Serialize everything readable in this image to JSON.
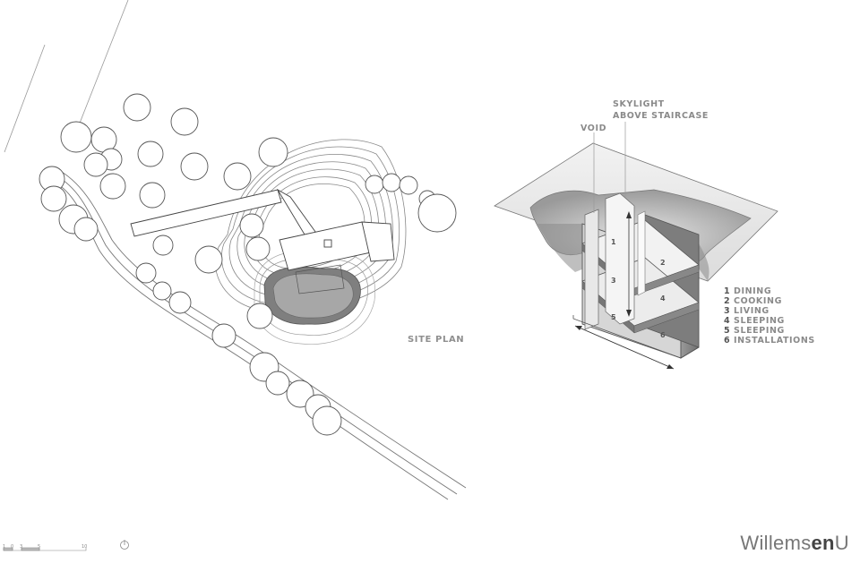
{
  "site_plan": {
    "title": "SITE PLAN"
  },
  "section": {
    "callouts": {
      "skylight_line1": "SKYLIGHT",
      "skylight_line2": "ABOVE STAIRCASE",
      "void": "VOID"
    },
    "room_numbers": [
      "1",
      "2",
      "3",
      "4",
      "5",
      "6"
    ]
  },
  "legend": [
    {
      "num": "1",
      "label": "DINING"
    },
    {
      "num": "2",
      "label": "COOKING"
    },
    {
      "num": "3",
      "label": "LIVING"
    },
    {
      "num": "4",
      "label": "SLEEPING"
    },
    {
      "num": "5",
      "label": "SLEEPING"
    },
    {
      "num": "6",
      "label": "INSTALLATIONS"
    }
  ],
  "scale_bar": {
    "ticks": [
      "1",
      "0",
      "3",
      "5",
      "10"
    ]
  },
  "brand": {
    "part1": "Willems",
    "part2": "en",
    "part3": "U"
  },
  "icons": {
    "north": "north-arrow-icon"
  }
}
